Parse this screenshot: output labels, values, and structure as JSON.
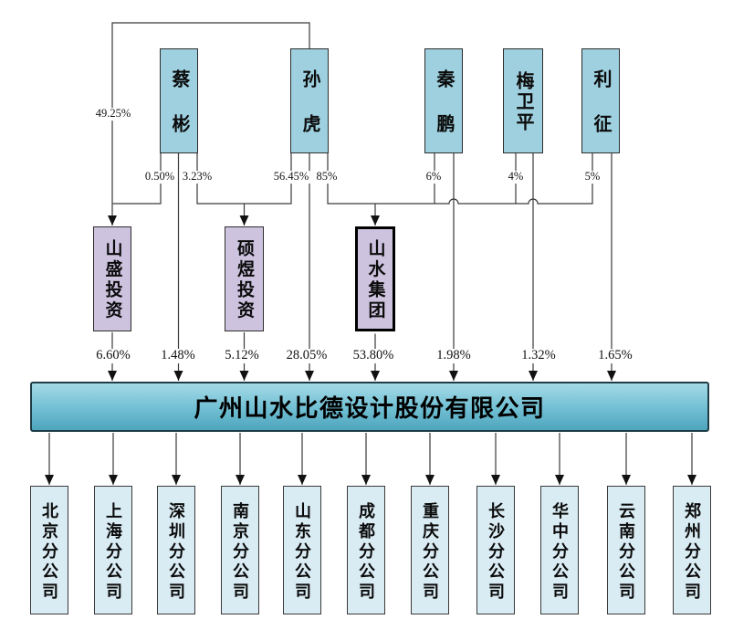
{
  "diagram": {
    "title_hint": "equity-ownership-structure",
    "shareholders": [
      "蔡彬",
      "孙虎",
      "秦鹏",
      "梅卫平",
      "利征"
    ],
    "intermediates": [
      "山盛投资",
      "硕煜投资",
      "山水集团"
    ],
    "company": "广州山水比德设计股份有限公司",
    "branches": [
      "北京分公司",
      "上海分公司",
      "深圳分公司",
      "南京分公司",
      "山东分公司",
      "成都分公司",
      "重庆分公司",
      "长沙分公司",
      "华中分公司",
      "云南分公司",
      "郑州分公司"
    ],
    "edges_upper": [
      {
        "from": "孙虎",
        "to": "山盛投资",
        "value": "49.25%"
      },
      {
        "from": "蔡彬",
        "to": "山盛投资",
        "value": "0.50%"
      },
      {
        "from": "蔡彬",
        "to": "硕煜投资",
        "value": "3.23%"
      },
      {
        "from": "孙虎",
        "to": "硕煜投资",
        "value": "56.45%"
      },
      {
        "from": "孙虎",
        "to": "山水集团",
        "value": "85%"
      },
      {
        "from": "秦鹏",
        "to": "山水集团",
        "value": "6%"
      },
      {
        "from": "梅卫平",
        "to": "山水集团",
        "value": "4%"
      },
      {
        "from": "利征",
        "to": "山水集团",
        "value": "5%"
      }
    ],
    "edges_lower": [
      {
        "from": "山盛投资",
        "to": "广州山水比德设计股份有限公司",
        "value": "6.60%"
      },
      {
        "from": "蔡彬",
        "to": "广州山水比德设计股份有限公司",
        "value": "1.48%"
      },
      {
        "from": "硕煜投资",
        "to": "广州山水比德设计股份有限公司",
        "value": "5.12%"
      },
      {
        "from": "孙虎",
        "to": "广州山水比德设计股份有限公司",
        "value": "28.05%"
      },
      {
        "from": "山水集团",
        "to": "广州山水比德设计股份有限公司",
        "value": "53.80%"
      },
      {
        "from": "秦鹏",
        "to": "广州山水比德设计股份有限公司",
        "value": "1.98%"
      },
      {
        "from": "梅卫平",
        "to": "广州山水比德设计股份有限公司",
        "value": "1.32%"
      },
      {
        "from": "利征",
        "to": "广州山水比德设计股份有限公司",
        "value": "1.65%"
      }
    ],
    "colors": {
      "shareholder_box_fill": "#9ed0df",
      "intermediate_box_fill": "#cdc3df",
      "branch_box_fill": "#d9ebf3",
      "company_box_gradient_top": "#a5dae7",
      "company_box_gradient_bottom": "#4da5bd",
      "line": "#3a3a3a",
      "background": "#ffffff"
    }
  }
}
